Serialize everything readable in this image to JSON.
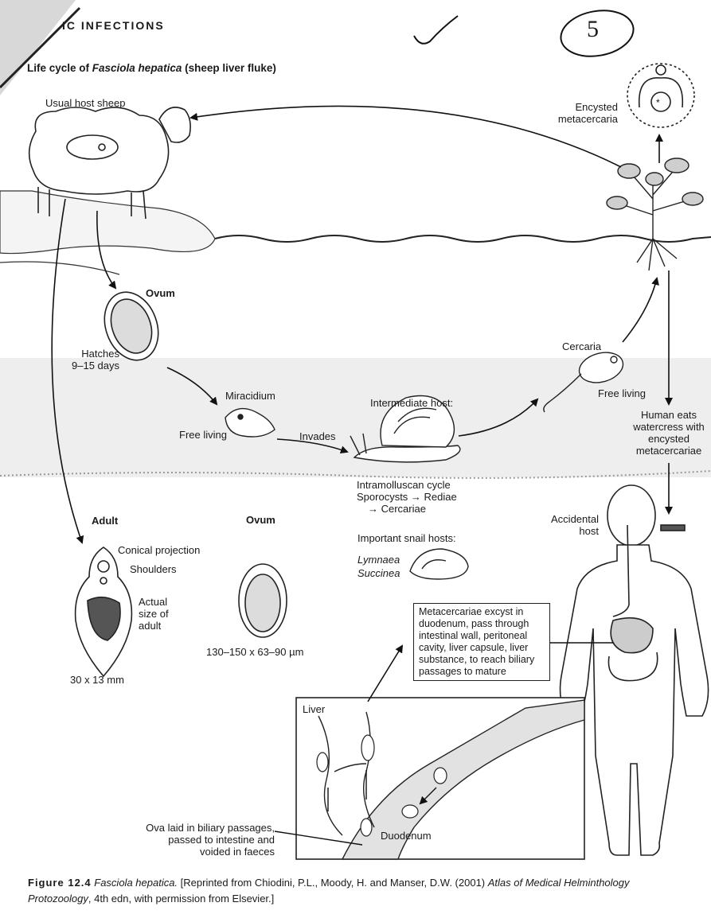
{
  "page": {
    "running_head": "IC INFECTIONS",
    "page_number": "5",
    "title_prefix": "Life cycle of ",
    "title_italic": "Fasciola hepatica",
    "title_suffix": " (sheep liver fluke)"
  },
  "labels": {
    "usual_host": "Usual host sheep",
    "encysted_metacercaria": [
      "Encysted",
      "metacercaria"
    ],
    "ovum_top": "Ovum",
    "hatches": [
      "Hatches",
      "9–15 days"
    ],
    "cercaria": "Cercaria",
    "free_living_cercaria": "Free living",
    "miracidium": "Miracidium",
    "free_living_miracidium": "Free living",
    "invades": "Invades",
    "intermediate_host": "Intermediate host:",
    "human_eats": [
      "Human eats",
      "watercress with",
      "encysted",
      "metacercariae"
    ],
    "intramolluscan": [
      "Intramolluscan cycle",
      "Sporocysts → Rediae",
      "→ Cercariae"
    ],
    "adult": "Adult",
    "ovum_bottom": "Ovum",
    "accidental_host": [
      "Accidental",
      "host"
    ],
    "conical_projection": "Conical projection",
    "shoulders": "Shoulders",
    "actual_size": [
      "Actual",
      "size of",
      "adult"
    ],
    "important_snail_hosts": "Important snail hosts:",
    "lymnaea": "Lymnaea",
    "succinea": "Succinea",
    "ovum_size": "130–150 x 63–90 µm",
    "adult_size": "30 x 13 mm",
    "liver": "Liver",
    "duodenum": "Duodenum",
    "ova_laid": [
      "Ova laid in biliary passages,",
      "passed to intestine and",
      "voided in faeces"
    ]
  },
  "excyst_box": [
    "Metacercariae excyst in",
    "duodenum, pass through",
    "intestinal wall, peritoneal",
    "cavity, liver capsule, liver",
    "substance, to reach biliary",
    "passages to mature"
  ],
  "caption": {
    "figure_label": "Figure 12.4",
    "italic_name": "Fasciola hepatica.",
    "text": " [Reprinted from Chiodini, P.L., Moody, H. and Manser, D.W. (2001) ",
    "book_italic": "Atlas of Medical Helminthology",
    "line2_italic": "Protozoology",
    "line2_rest": ", 4th edn, with permission from Elsevier.]"
  }
}
